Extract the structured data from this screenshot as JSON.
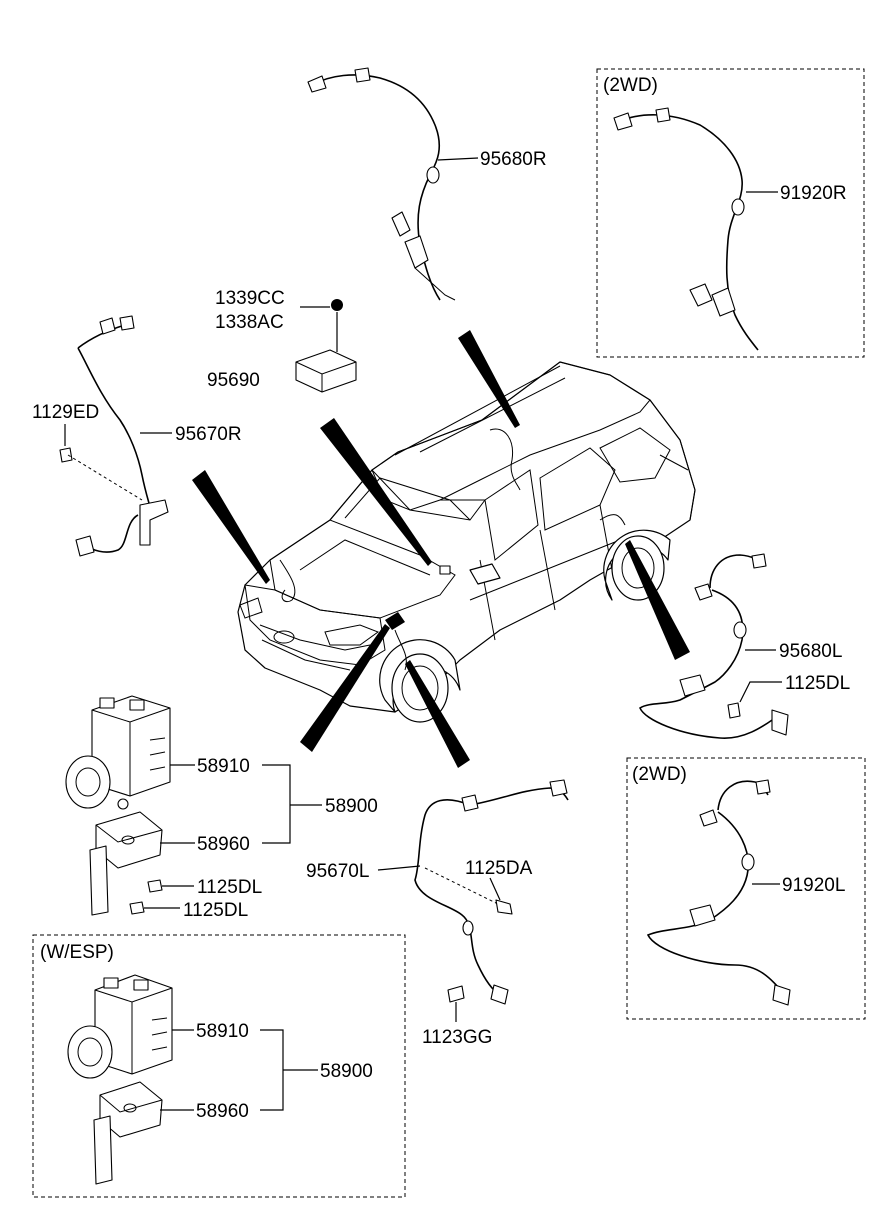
{
  "labels": {
    "sensor_front_r": "95680R",
    "sensor_front_r_2wd": "91920R",
    "box_2wd_top": "(2WD)",
    "nut_1339": "1339CC",
    "nut_1338": "1338AC",
    "module_95690": "95690",
    "bolt_1129": "1129ED",
    "sensor_95670r": "95670R",
    "sensor_front_l": "95680L",
    "bolt_1125dl_right": "1125DL",
    "box_2wd_bottom": "(2WD)",
    "sensor_front_l_2wd": "91920L",
    "hecu_58910": "58910",
    "assy_58900": "58900",
    "bracket_58960": "58960",
    "bolt_1125dl_a": "1125DL",
    "bolt_1125dl_b": "1125DL",
    "sensor_95670l": "95670L",
    "bolt_1125da": "1125DA",
    "bolt_1123gg": "1123GG",
    "box_esp": "(W/ESP)",
    "esp_hecu_58910": "58910",
    "esp_assy_58900": "58900",
    "esp_bracket_58960": "58960"
  }
}
